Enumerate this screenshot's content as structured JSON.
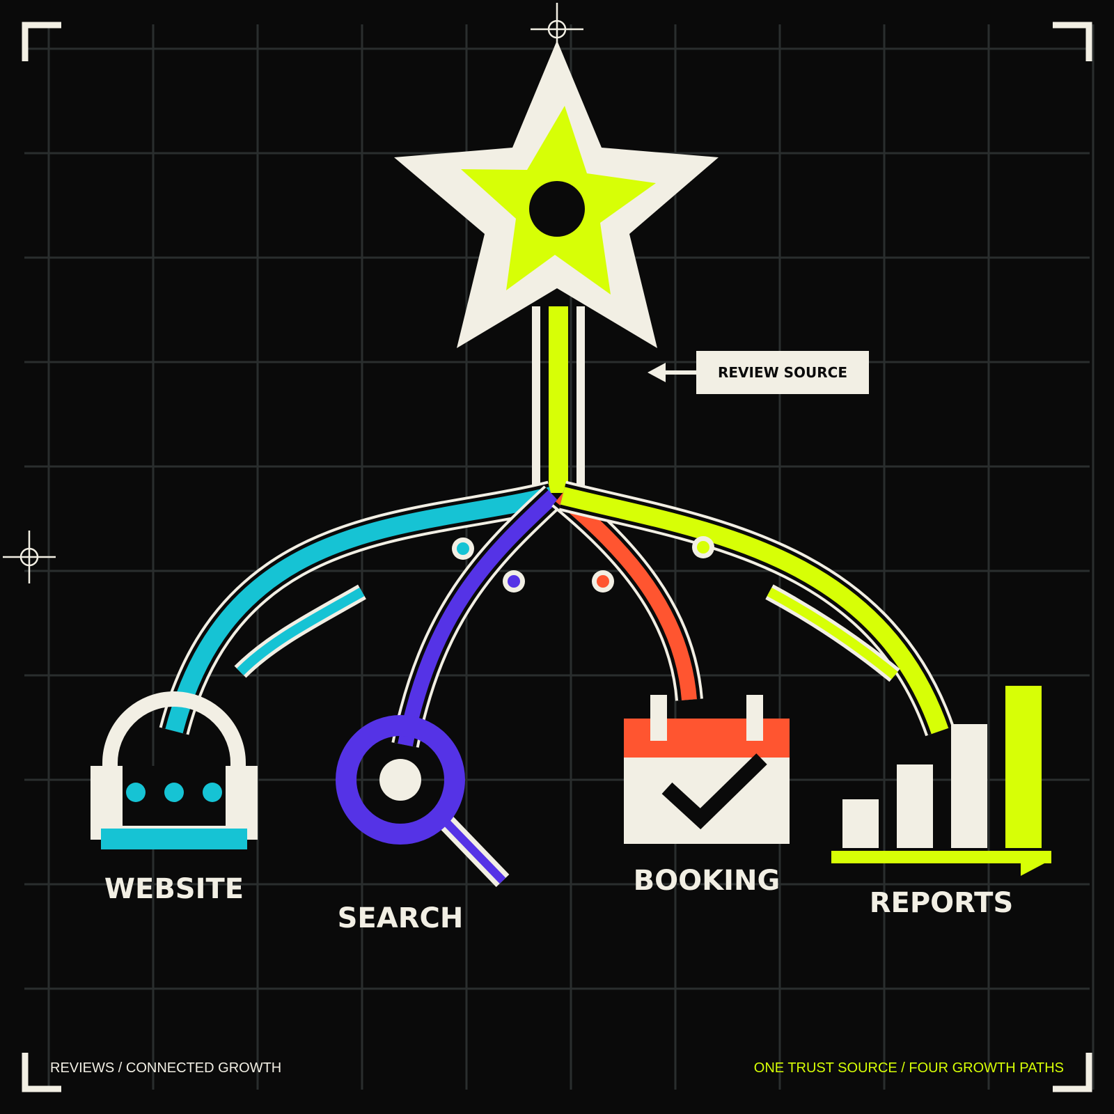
{
  "source": {
    "tag_label": "REVIEW SOURCE",
    "icon": "star-icon"
  },
  "paths": [
    {
      "label": "WEBSITE",
      "icon": "website-icon",
      "color": "#16c3d4"
    },
    {
      "label": "SEARCH",
      "icon": "magnifier-icon",
      "color": "#5533e6"
    },
    {
      "label": "BOOKING",
      "icon": "calendar-check-icon",
      "color": "#ff5530"
    },
    {
      "label": "REPORTS",
      "icon": "bar-chart-icon",
      "color": "#d7ff06"
    }
  ],
  "footer": {
    "left": "REVIEWS / CONNECTED GROWTH",
    "right": "ONE TRUST SOURCE / FOUR GROWTH PATHS"
  },
  "colors": {
    "background": "#0a0a0a",
    "grid": "#2a2e2e",
    "cream": "#f2efe4",
    "lime": "#d7ff06",
    "cyan": "#16c3d4",
    "violet": "#5533e6",
    "orange": "#ff5530"
  }
}
